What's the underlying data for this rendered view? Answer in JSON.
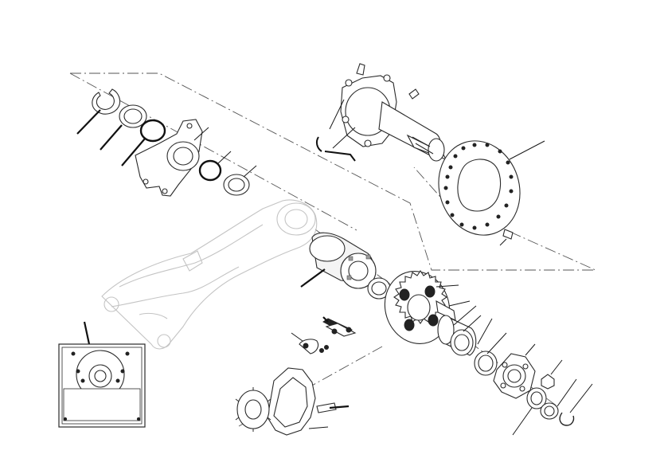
{
  "diagram": {
    "type": "exploded-parts-view",
    "parts": [
      {
        "id": "circlip",
        "icon": "circlip-icon"
      },
      {
        "id": "seal-ring-1",
        "icon": "ring-icon"
      },
      {
        "id": "o-ring-1",
        "icon": "o-ring-icon"
      },
      {
        "id": "caliper-bracket",
        "icon": "bracket-icon"
      },
      {
        "id": "o-ring-2",
        "icon": "o-ring-icon"
      },
      {
        "id": "seal-ring-2",
        "icon": "ring-icon"
      },
      {
        "id": "wheel-shaft",
        "icon": "shaft-icon"
      },
      {
        "id": "brake-disc",
        "icon": "disc-icon"
      },
      {
        "id": "swingarm",
        "icon": "swingarm-icon"
      },
      {
        "id": "eccentric-hub",
        "icon": "hub-icon"
      },
      {
        "id": "spacer",
        "icon": "spacer-icon"
      },
      {
        "id": "chain-link",
        "icon": "chain-icon"
      },
      {
        "id": "rear-sprocket",
        "icon": "sprocket-icon"
      },
      {
        "id": "sprocket-flange",
        "icon": "flange-icon"
      },
      {
        "id": "bearing",
        "icon": "bearing-icon"
      },
      {
        "id": "wheel-flange",
        "icon": "flange-icon"
      },
      {
        "id": "nut",
        "icon": "nut-icon"
      },
      {
        "id": "sprocket-cover",
        "icon": "cover-icon"
      },
      {
        "id": "front-sprocket",
        "icon": "sprocket-icon"
      },
      {
        "id": "inset-detail",
        "icon": "inset-icon"
      }
    ],
    "colors": {
      "line": "#2a2a2a",
      "ghost": "#c4c4c4",
      "background": "#ffffff"
    }
  }
}
